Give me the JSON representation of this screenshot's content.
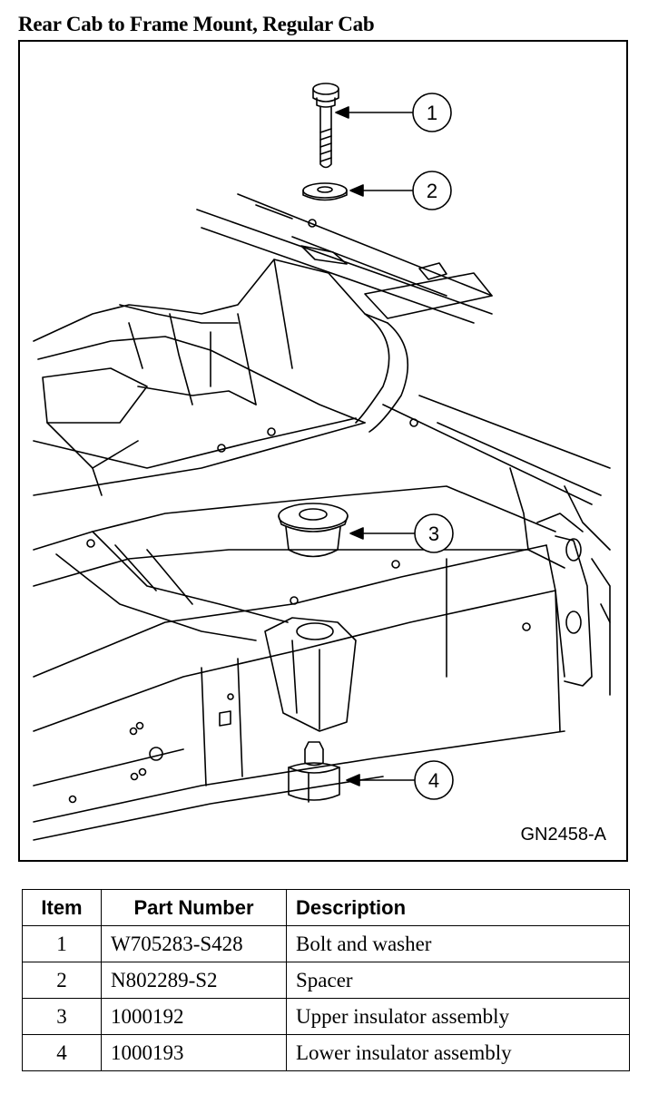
{
  "title": "Rear Cab to Frame Mount, Regular Cab",
  "figure": {
    "code": "GN2458-A",
    "callouts": [
      "1",
      "2",
      "3",
      "4"
    ]
  },
  "table": {
    "headers": [
      "Item",
      "Part Number",
      "Description"
    ],
    "rows": [
      [
        "1",
        "W705283-S428",
        "Bolt and washer"
      ],
      [
        "2",
        "N802289-S2",
        "Spacer"
      ],
      [
        "3",
        "1000192",
        "Upper insulator assembly"
      ],
      [
        "4",
        "1000193",
        "Lower insulator assembly"
      ]
    ]
  }
}
